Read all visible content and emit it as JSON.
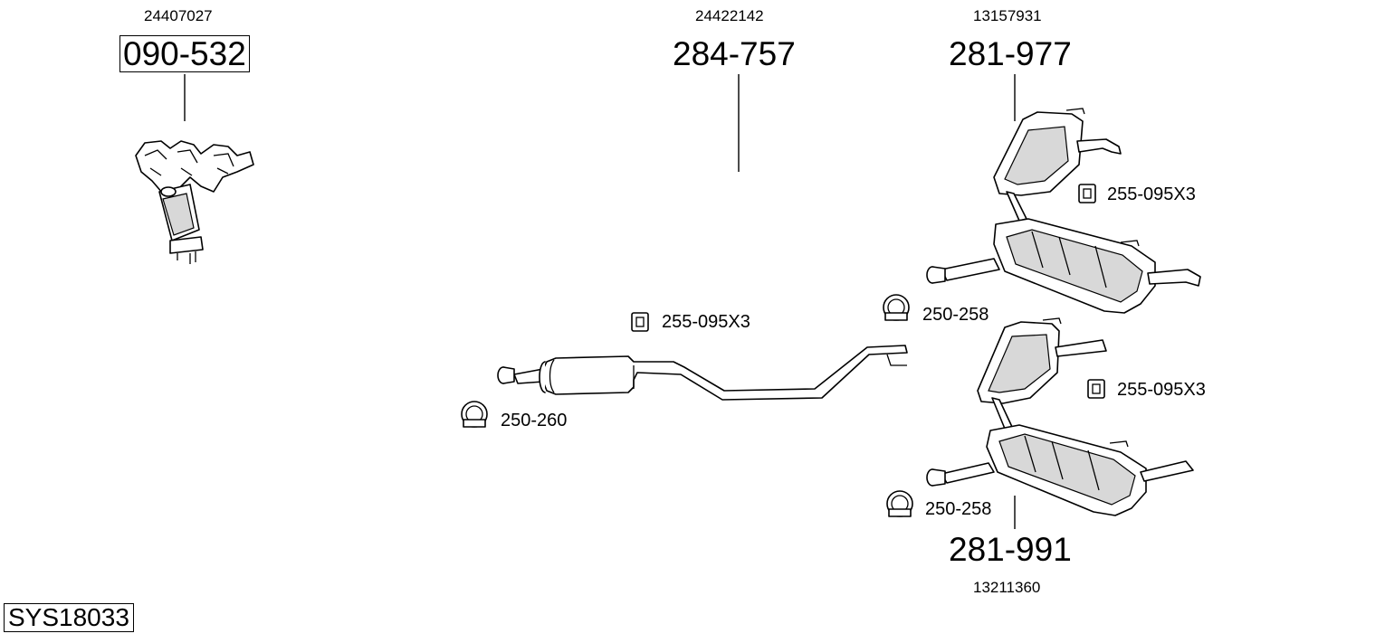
{
  "groups": {
    "manifold": {
      "oe": "24407027",
      "part": "090-532"
    },
    "front_pipe": {
      "oe": "24422142",
      "part": "284-757"
    },
    "rear_upper": {
      "oe": "13157931",
      "part": "281-977"
    },
    "rear_lower": {
      "oe": "13211360",
      "part": "281-991"
    }
  },
  "accessories": {
    "mount_front": "255-095X3",
    "clamp_front": "250-260",
    "clamp_upper": "250-258",
    "mount_upper": "255-095X3",
    "mount_lower": "255-095X3",
    "clamp_lower": "250-258"
  },
  "system_id": "SYS18033"
}
